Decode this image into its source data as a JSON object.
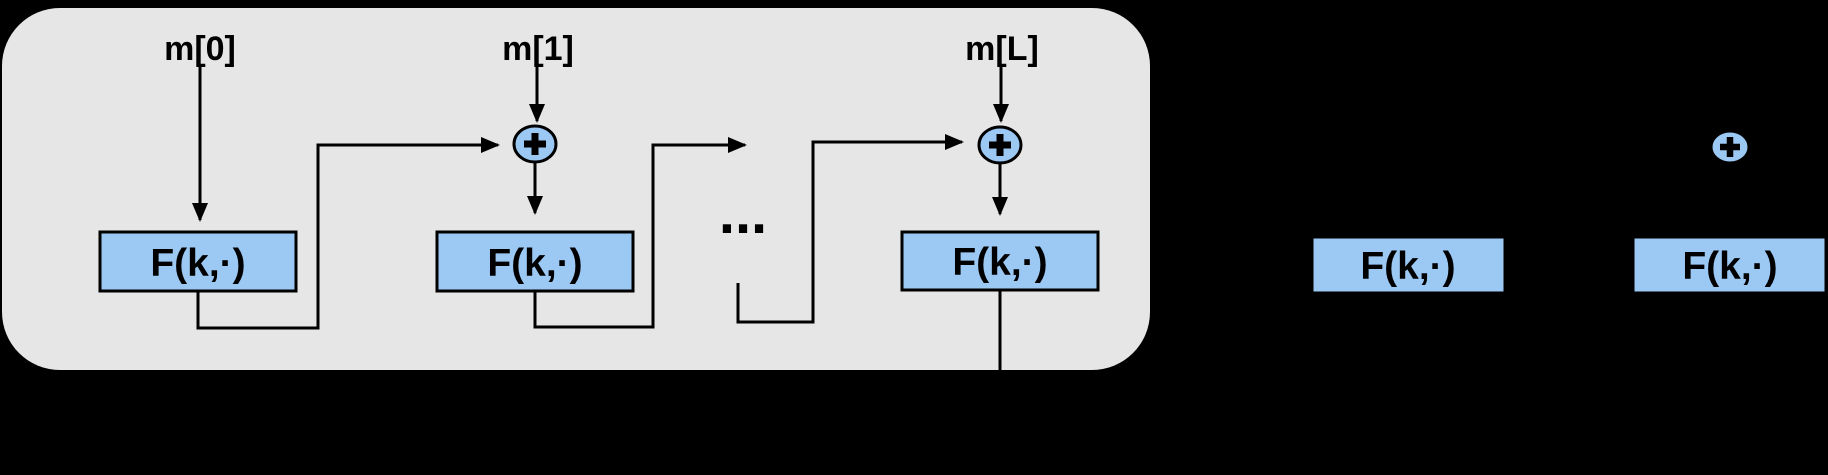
{
  "colors": {
    "background": "#000000",
    "panel_fill": "#e6e6e6",
    "node_fill": "#9cc8f4",
    "line": "#000000"
  },
  "icons": {
    "xor_node": "plus-in-circle-icon",
    "flow_arrow": "arrowhead-icon",
    "ellipsis": "three-dots"
  },
  "panel": {
    "blocks": [
      {
        "input_label": "m[0]",
        "box_label": "F(k,·)"
      },
      {
        "input_label": "m[1]",
        "box_label": "F(k,·)"
      },
      {
        "input_label": "m[L]",
        "box_label": "F(k,·)"
      }
    ],
    "ellipsis": "..."
  },
  "right_section": {
    "blocks": [
      {
        "box_label": "F(k,·)"
      },
      {
        "box_label": "F(k,·)"
      }
    ]
  }
}
